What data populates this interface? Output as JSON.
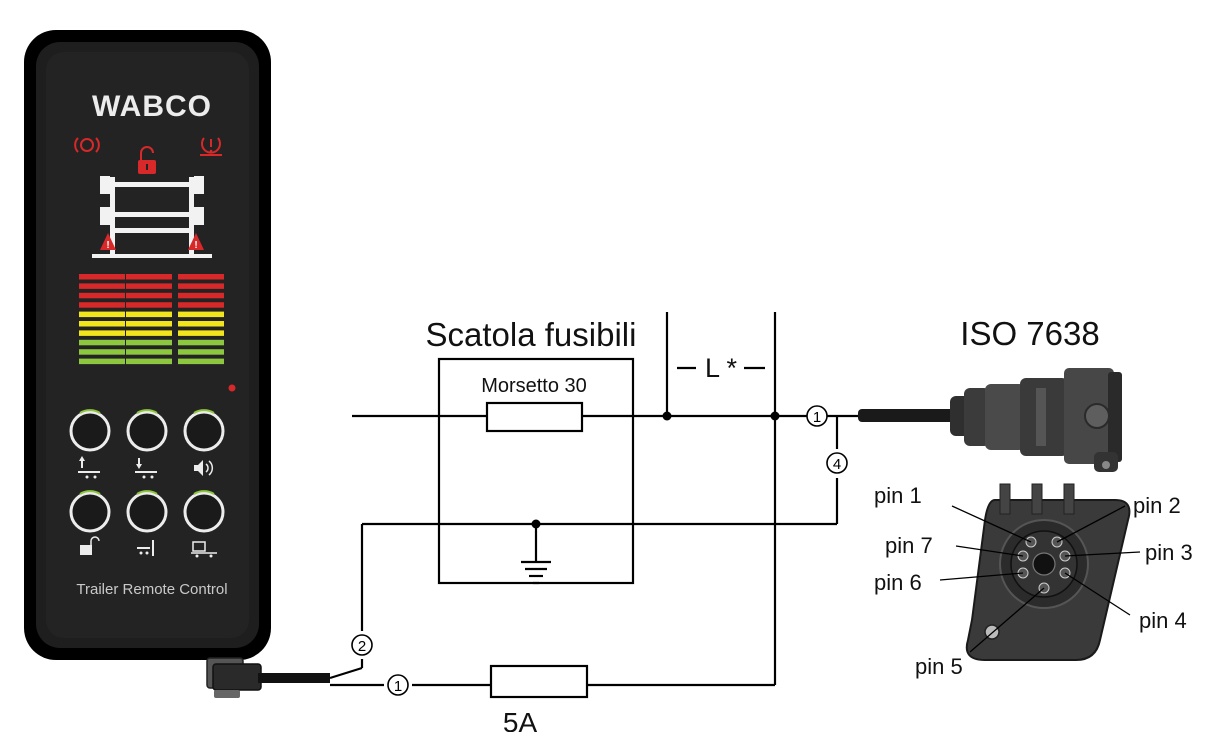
{
  "device": {
    "brand": "WABCO",
    "label": "Trailer Remote Control",
    "colors": {
      "body": "#1d1d1d",
      "bezel": "#000000",
      "red": "#d7282a",
      "yellow": "#f2e51c",
      "green": "#8dc63f",
      "white": "#f2f2f2"
    }
  },
  "diagram": {
    "fuse_box_label": "Scatola fusibili",
    "terminal_label": "Morsetto 30",
    "length_label": "L *",
    "fuse_label": "5A",
    "connector_title": "ISO 7638",
    "wire_markers": [
      "1",
      "4",
      "2",
      "1"
    ],
    "pins": [
      "pin 1",
      "pin 2",
      "pin 7",
      "pin 3",
      "pin 6",
      "pin 4",
      "pin 5"
    ]
  }
}
